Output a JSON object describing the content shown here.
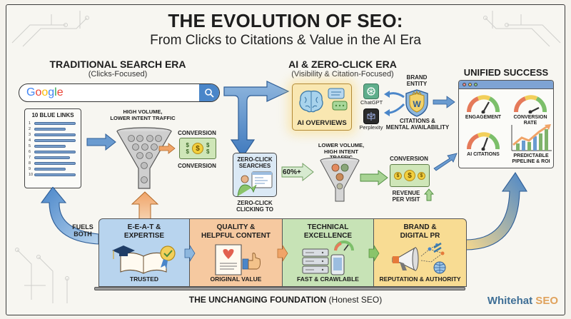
{
  "header": {
    "title": "THE EVOLUTION OF SEO:",
    "subtitle": "From Clicks to Citations & Value in the AI Era"
  },
  "traditional_era": {
    "title": "TRADITIONAL SEARCH ERA",
    "subtitle": "(Clicks-Focused)",
    "search_bar": {
      "logo_letters": [
        "G",
        "o",
        "o",
        "g",
        "l",
        "e"
      ],
      "logo_colors": [
        "#4285f4",
        "#ea4335",
        "#fbbc05",
        "#4285f4",
        "#34a853",
        "#ea4335"
      ],
      "icon": "search-icon"
    },
    "results": {
      "title": "10 BLUE LINKS",
      "items": [
        "1",
        "2",
        "3",
        "4",
        "5",
        "6",
        "7",
        "8",
        "9",
        "10"
      ]
    },
    "funnel_label_line1": "HIGH VOLUME,",
    "funnel_label_line2": "LOWER INTENT TRAFFIC",
    "conversion_top": "CONVERSION",
    "conversion_bottom": "CONVERSION"
  },
  "ai_era": {
    "title": "AI & ZERO-CLICK ERA",
    "subtitle": "(Visibility & Citation-Focused)",
    "ai_overviews_label": "AI OVERVIEWS",
    "tools": [
      {
        "name": "ChatGPT",
        "icon": "chatgpt-icon",
        "color": "#5fae8c"
      },
      {
        "name": "Perplexity",
        "icon": "perplexity-icon",
        "color": "#2b2b2b"
      }
    ],
    "brand_entity_line1": "BRAND",
    "brand_entity_line2": "ENTITY",
    "brand_badge_letter": "W",
    "brand_caption_line1": "CITATIONS &",
    "brand_caption_line2": "MENTAL AVAILABILITY",
    "zero_click": {
      "title_line1": "ZERO-CLICK",
      "title_line2": "SEARCHES",
      "caption_line1": "ZERO-CLICK",
      "caption_line2": "CLICKING TO",
      "stat": "60%+"
    },
    "funnel_label_line1": "LOWER VOLUME,",
    "funnel_label_line2": "HIGH INTENT TRAFFIC",
    "conversion_label": "CONVERSION",
    "revenue_line1": "REVENUE",
    "revenue_line2": "PER VISIT"
  },
  "unified_success": {
    "title": "UNIFIED SUCCESS",
    "metrics": [
      {
        "label": "ENGAGEMENT",
        "type": "gauge"
      },
      {
        "label_line1": "CONVERSION",
        "label_line2": "RATE",
        "type": "gauge"
      },
      {
        "label": "AI CITATIONS",
        "type": "gauge"
      },
      {
        "label_line1": "PREDICTABLE",
        "label_line2": "PIPELINE & ROI",
        "type": "growth-chart"
      }
    ]
  },
  "fuels_both": {
    "line1": "FUELS",
    "line2": "BOTH"
  },
  "foundation": {
    "pillars": [
      {
        "title_line1": "E-E-A-T &",
        "title_line2": "EXPERTISE",
        "footer": "TRUSTED",
        "color": "#b8d4ee",
        "icon": "book-graduation-icon"
      },
      {
        "title_line1": "QUALITY &",
        "title_line2": "HELPFUL CONTENT",
        "footer": "ORIGINAL VALUE",
        "color": "#f6c9a0",
        "icon": "document-heart-icon"
      },
      {
        "title_line1": "TECHNICAL",
        "title_line2": "EXCELLENCE",
        "footer": "FAST & CRAWLABLE",
        "color": "#c7e3b6",
        "icon": "server-icon"
      },
      {
        "title_line1": "BRAND &",
        "title_line2": "DIGITAL PR",
        "footer": "REPUTATION & AUTHORITY",
        "color": "#f8dc93",
        "icon": "megaphone-icon"
      }
    ],
    "caption_bold": "THE UNCHANGING FOUNDATION",
    "caption_rest": " (Honest SEO)"
  },
  "brand_logo": {
    "part1": "Whitehat",
    "part2": " SEO",
    "color1": "#3f6f96",
    "color2": "#e0a25c"
  }
}
